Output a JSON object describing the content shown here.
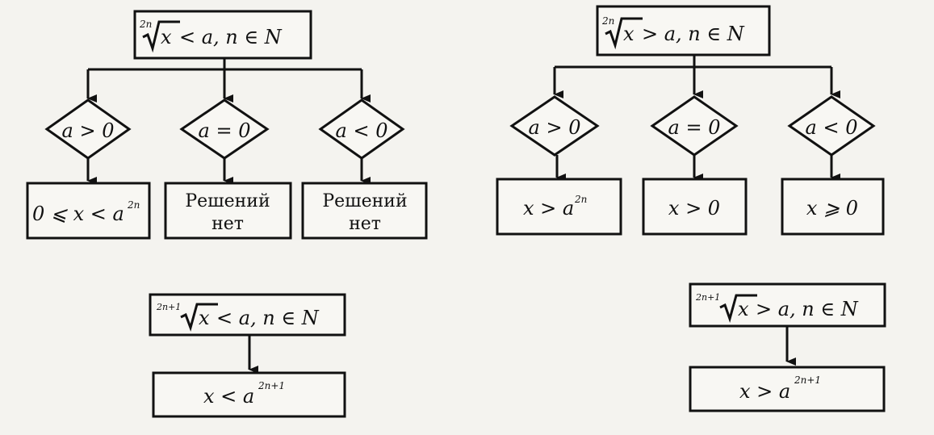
{
  "diagrams": {
    "even_less": {
      "header": {
        "index": "2n",
        "radicand": "x",
        "relation": " < a, n ∈ N"
      },
      "cases": [
        {
          "condition": "a > 0",
          "result_base": "0 ⩽ x < a",
          "result_exp": "2n"
        },
        {
          "condition": "a = 0",
          "result_line1": "Решений",
          "result_line2": "нет"
        },
        {
          "condition": "a < 0",
          "result_line1": "Решений",
          "result_line2": "нет"
        }
      ]
    },
    "even_greater": {
      "header": {
        "index": "2n",
        "radicand": "x",
        "relation": " > a, n ∈ N"
      },
      "cases": [
        {
          "condition": "a > 0",
          "result_base": "x > a",
          "result_exp": "2n"
        },
        {
          "condition": "a = 0",
          "result_text": "x > 0"
        },
        {
          "condition": "a < 0",
          "result_text": "x ⩾ 0"
        }
      ]
    },
    "odd_less": {
      "header": {
        "index": "2n+1",
        "radicand": "x",
        "relation": " < a, n ∈ N"
      },
      "result_base": "x < a",
      "result_exp": "2n+1"
    },
    "odd_greater": {
      "header": {
        "index": "2n+1",
        "radicand": "x",
        "relation": " > a, n ∈ N"
      },
      "result_base": "x > a",
      "result_exp": "2n+1"
    }
  }
}
